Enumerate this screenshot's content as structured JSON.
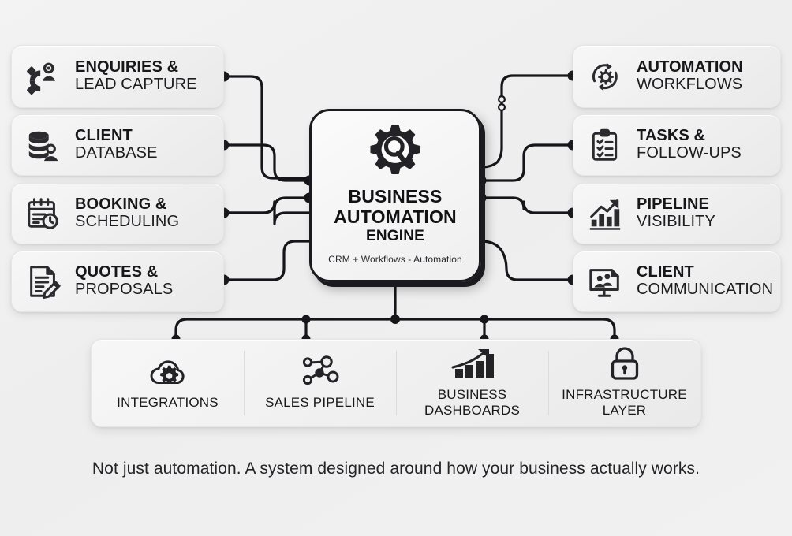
{
  "background": {
    "page_color": "#f1f1f1",
    "card_color": "#f2f2f2",
    "ink_color": "#1b1b1f"
  },
  "hub": {
    "icon": "gear-search-icon",
    "line1": "BUSINESS",
    "line2": "AUTOMATION",
    "line3": "ENGINE",
    "subtitle": "CRM + Workflows - Automation"
  },
  "left_cards": [
    {
      "icon": "magnet-lead-icon",
      "line1": "ENQUIRIES &",
      "line2": "LEAD CAPTURE"
    },
    {
      "icon": "database-user-icon",
      "line1": "CLIENT",
      "line2": "DATABASE"
    },
    {
      "icon": "calendar-clock-icon",
      "line1": "BOOKING &",
      "line2": "SCHEDULING"
    },
    {
      "icon": "document-pen-icon",
      "line1": "QUOTES &",
      "line2": "PROPOSALS"
    }
  ],
  "right_cards": [
    {
      "icon": "gear-refresh-icon",
      "line1": "AUTOMATION",
      "line2": "WORKFLOWS"
    },
    {
      "icon": "clipboard-check-icon",
      "line1": "TASKS &",
      "line2": "FOLLOW-UPS"
    },
    {
      "icon": "growth-chart-icon",
      "line1": "PIPELINE",
      "line2": "VISIBILITY"
    },
    {
      "icon": "monitor-people-icon",
      "line1": "CLIENT",
      "line2": "COMMUNICATION"
    }
  ],
  "bottom_items": [
    {
      "icon": "cloud-gear-icon",
      "label": "INTEGRATIONS"
    },
    {
      "icon": "network-nodes-icon",
      "label": "SALES PIPELINE"
    },
    {
      "icon": "bar-growth-icon",
      "label": "BUSINESS\nDASHBOARDS"
    },
    {
      "icon": "padlock-icon",
      "label": "INFRASTRUCTURE\nLAYER"
    }
  ],
  "caption": {
    "text": "Not just automation. A system designed around how your business actually works."
  }
}
